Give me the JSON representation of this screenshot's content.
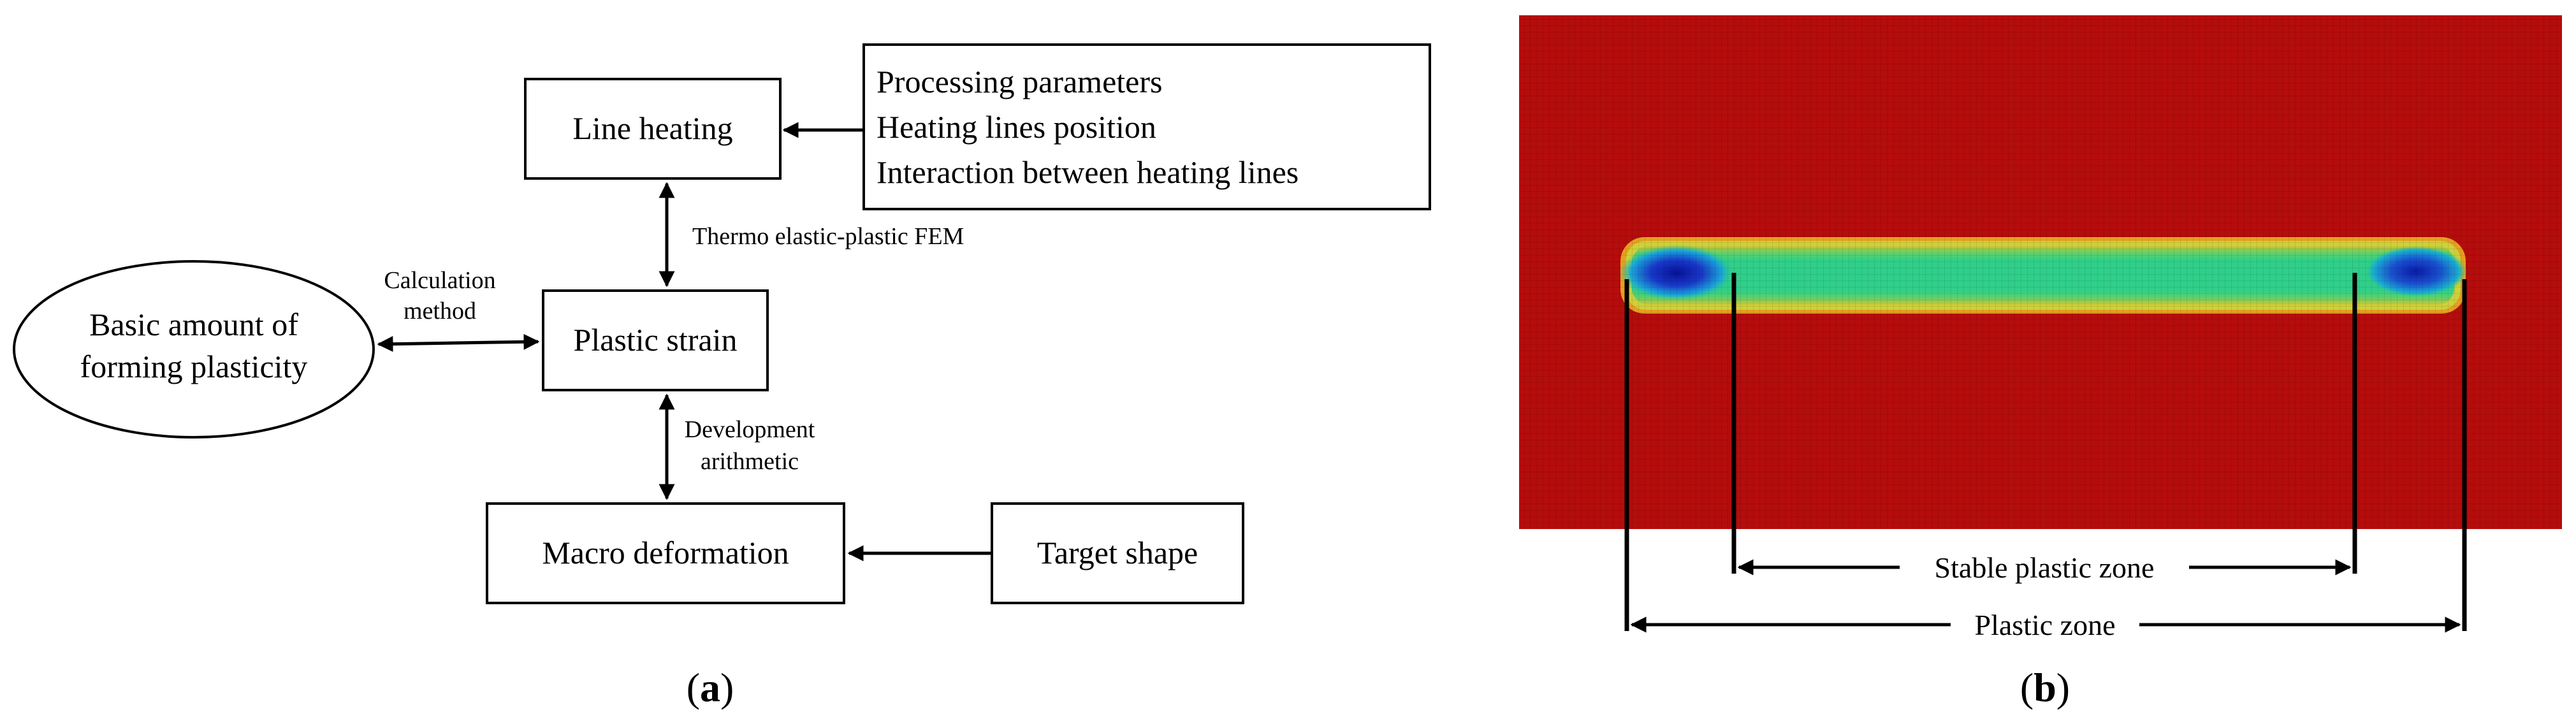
{
  "panel_a": {
    "label_open": "(",
    "label_letter": "a",
    "label_close": ")",
    "nodes": {
      "line_heating": "Line heating",
      "processing_params": [
        "Processing parameters",
        "Heating lines position",
        "Interaction between heating lines"
      ],
      "basic_amount": [
        "Basic amount of",
        "forming plasticity"
      ],
      "plastic_strain": "Plastic strain",
      "macro_deformation": "Macro deformation",
      "target_shape": "Target shape"
    },
    "edge_labels": {
      "thermo": "Thermo elastic-plastic FEM",
      "calculation": [
        "Calculation",
        "method"
      ],
      "development": [
        "Development",
        "arithmetic"
      ]
    }
  },
  "panel_b": {
    "label_open": "(",
    "label_letter": "b",
    "label_close": ")",
    "stable_zone": "Stable plastic zone",
    "plastic_zone": "Plastic zone",
    "colors": {
      "background": "#b50c0c",
      "strip_green": "#2fcf8a",
      "strip_edge_yellow": "#d8d838",
      "core_blue": "#1838c8",
      "deep_blue": "#08129a"
    }
  }
}
